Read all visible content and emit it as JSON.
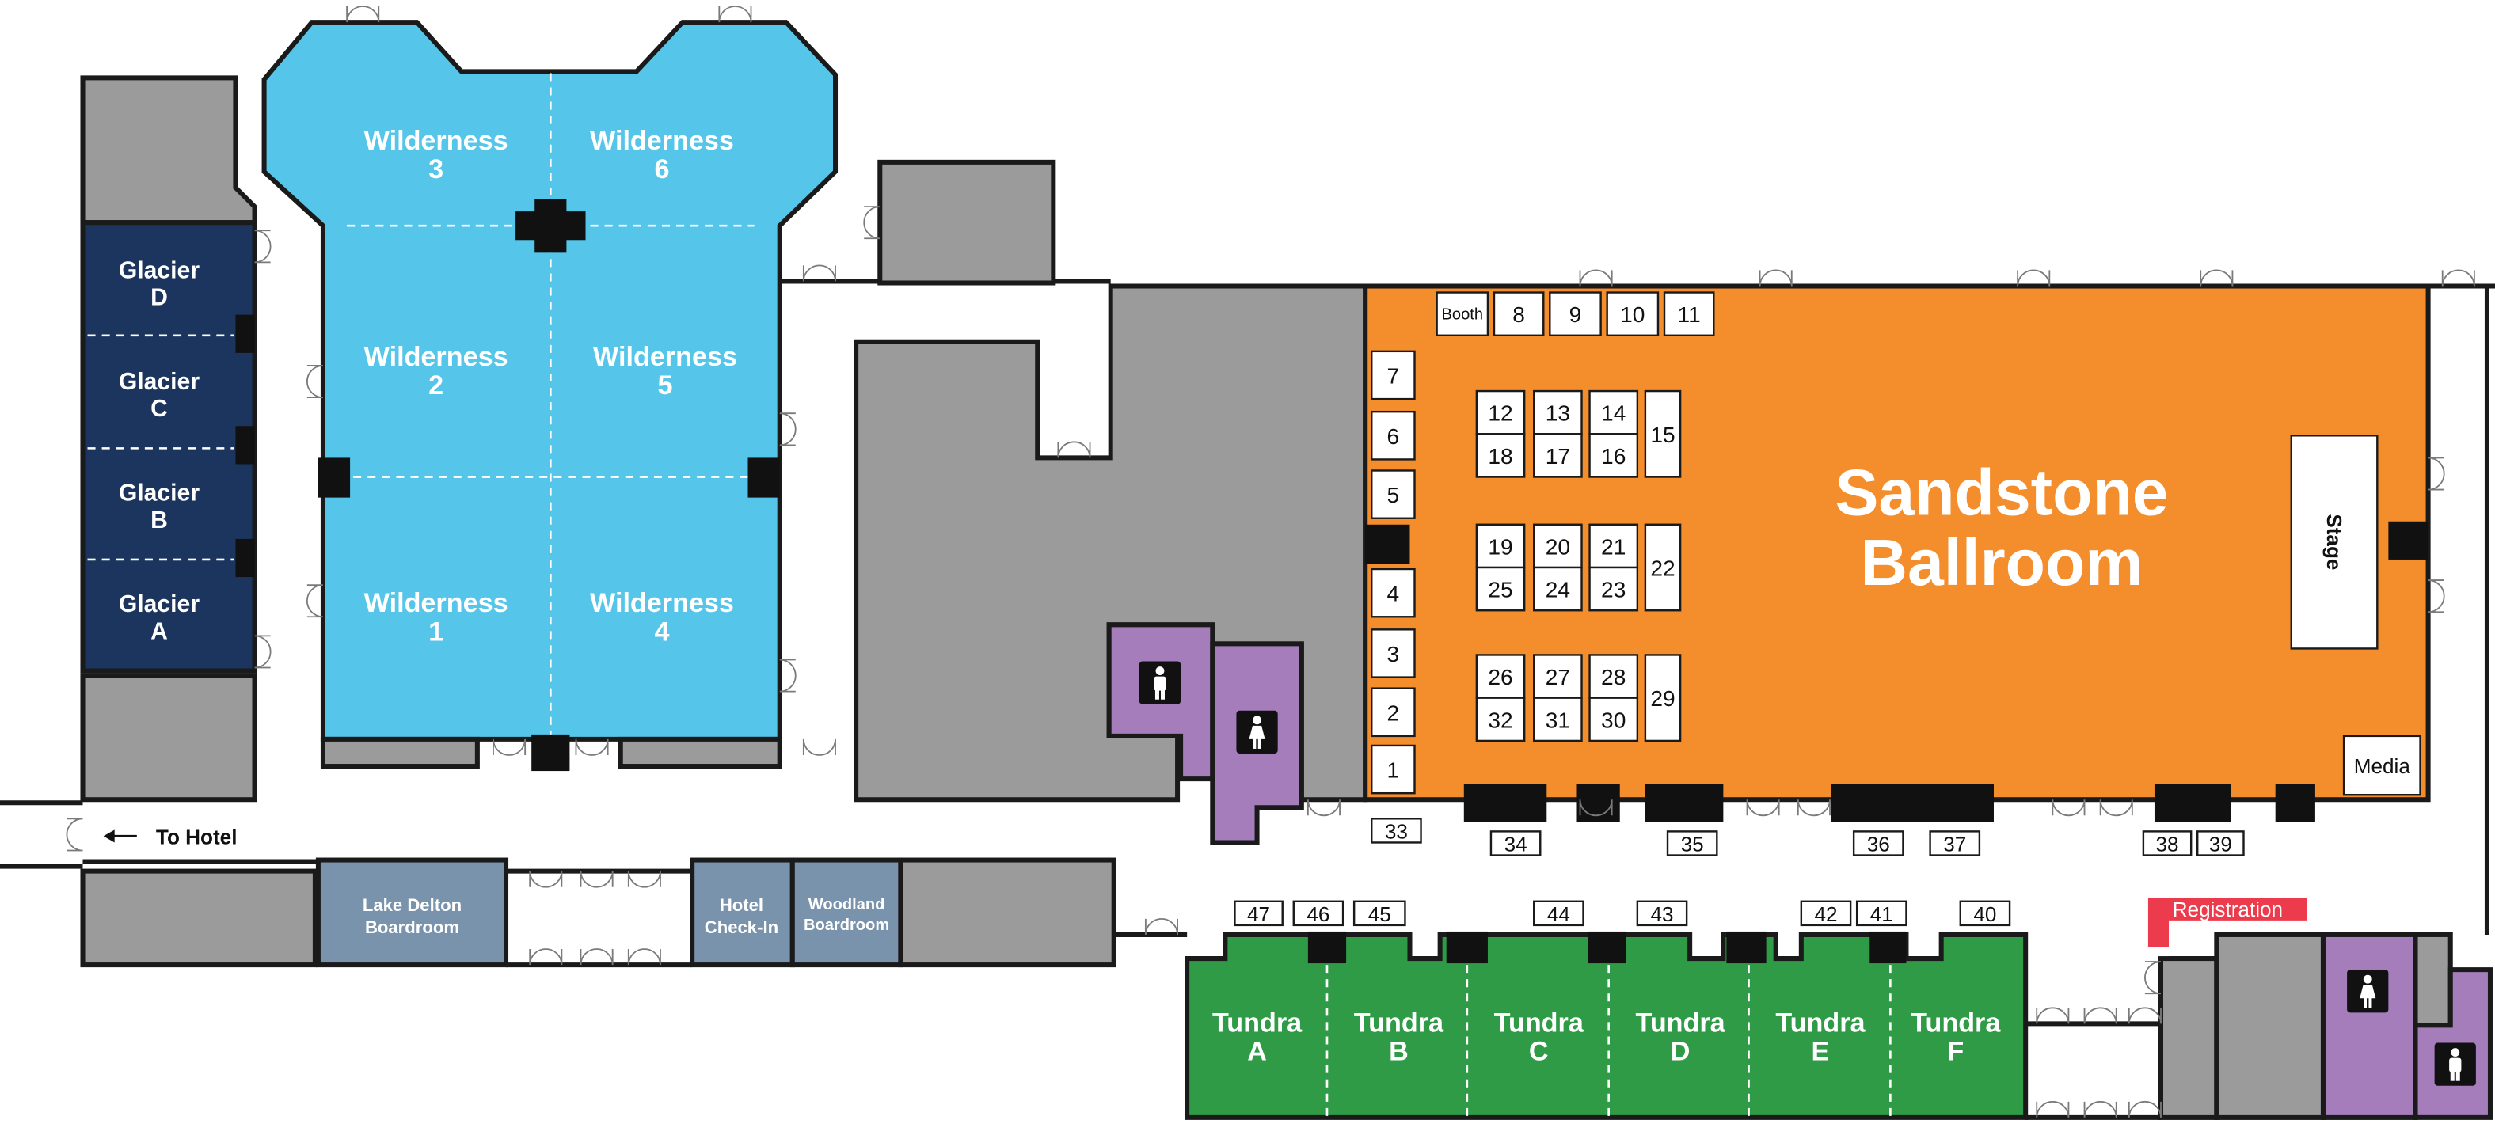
{
  "wilderness": [
    {
      "name": "Wilderness",
      "number": "3"
    },
    {
      "name": "Wilderness",
      "number": "6"
    },
    {
      "name": "Wilderness",
      "number": "2"
    },
    {
      "name": "Wilderness",
      "number": "5"
    },
    {
      "name": "Wilderness",
      "number": "1"
    },
    {
      "name": "Wilderness",
      "number": "4"
    }
  ],
  "glacier": [
    {
      "name": "Glacier",
      "letter": "D"
    },
    {
      "name": "Glacier",
      "letter": "C"
    },
    {
      "name": "Glacier",
      "letter": "B"
    },
    {
      "name": "Glacier",
      "letter": "A"
    }
  ],
  "tundra": [
    {
      "name": "Tundra",
      "letter": "A"
    },
    {
      "name": "Tundra",
      "letter": "B"
    },
    {
      "name": "Tundra",
      "letter": "C"
    },
    {
      "name": "Tundra",
      "letter": "D"
    },
    {
      "name": "Tundra",
      "letter": "E"
    },
    {
      "name": "Tundra",
      "letter": "F"
    }
  ],
  "sandstone": {
    "line1": "Sandstone",
    "line2": "Ballroom",
    "stage": "Stage",
    "media": "Media",
    "booth_label": "Booth"
  },
  "booths": [
    "1",
    "2",
    "3",
    "4",
    "5",
    "6",
    "7",
    "8",
    "9",
    "10",
    "11",
    "12",
    "13",
    "14",
    "15",
    "16",
    "17",
    "18",
    "19",
    "20",
    "21",
    "22",
    "23",
    "24",
    "25",
    "26",
    "27",
    "28",
    "29",
    "30",
    "31",
    "32",
    "33",
    "34",
    "35",
    "36",
    "37",
    "38",
    "39",
    "40",
    "41",
    "42",
    "43",
    "44",
    "45",
    "46",
    "47"
  ],
  "boardrooms": {
    "lake_delton": {
      "line1": "Lake Delton",
      "line2": "Boardroom"
    },
    "hotel_checkin": {
      "line1": "Hotel",
      "line2": "Check-In"
    },
    "woodland": {
      "line1": "Woodland",
      "line2": "Boardroom"
    }
  },
  "wayfinding": {
    "to_hotel": "To Hotel",
    "registration": "Registration"
  },
  "icons": {
    "restroom_men": "restroom-men-icon",
    "restroom_women": "restroom-women-icon",
    "direction": "arrow-left-icon"
  },
  "colors": {
    "wilderness": "#55C6E9",
    "glacier": "#1C355E",
    "sandstone": "#F48D2B",
    "tundra": "#2F9B47",
    "gray": "#9B9B9C",
    "restroom": "#A47DBA",
    "boardroom": "#7893AB",
    "registration": "#EC3B4C",
    "wall": "#1A1A1A"
  }
}
